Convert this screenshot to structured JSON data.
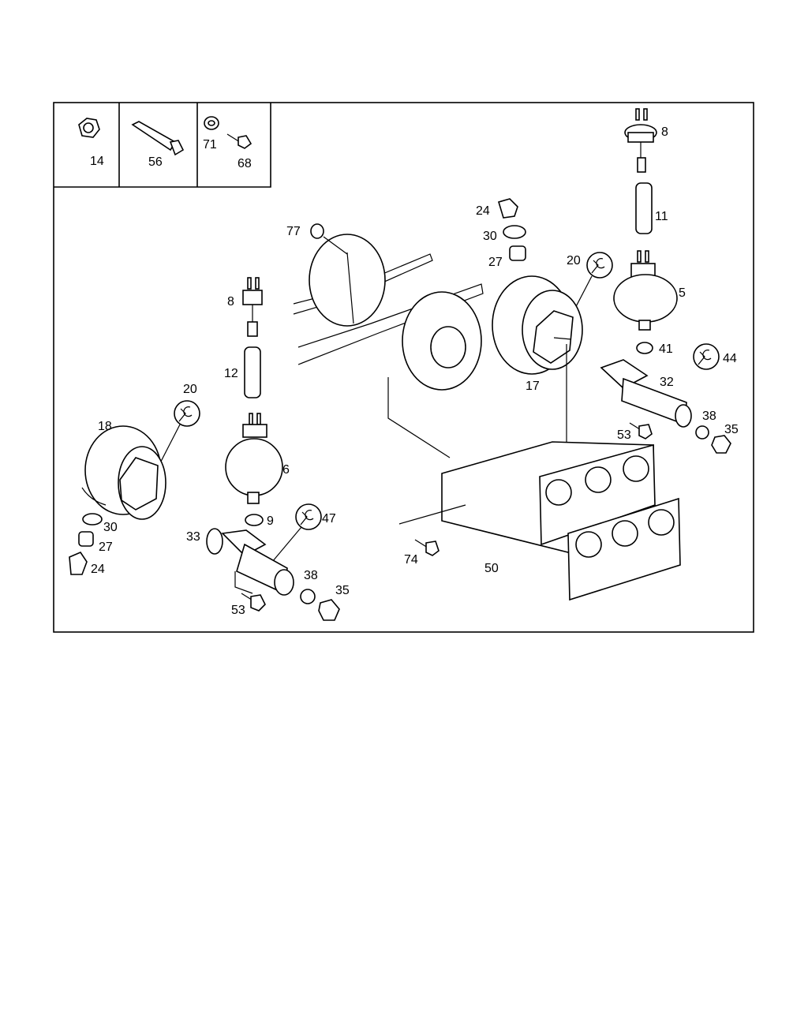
{
  "diagram": {
    "inset_callouts": [
      {
        "id": "p14",
        "text": "14"
      },
      {
        "id": "p56",
        "text": "56"
      },
      {
        "id": "p71",
        "text": "71"
      },
      {
        "id": "p68",
        "text": "68"
      }
    ],
    "callouts": [
      {
        "id": "c8a",
        "text": "8"
      },
      {
        "id": "c11",
        "text": "11"
      },
      {
        "id": "c5",
        "text": "5"
      },
      {
        "id": "c41",
        "text": "41"
      },
      {
        "id": "c44",
        "text": "44"
      },
      {
        "id": "c32",
        "text": "32"
      },
      {
        "id": "c38a",
        "text": "38"
      },
      {
        "id": "c35a",
        "text": "35"
      },
      {
        "id": "c53a",
        "text": "53"
      },
      {
        "id": "c24a",
        "text": "24"
      },
      {
        "id": "c30a",
        "text": "30"
      },
      {
        "id": "c27a",
        "text": "27"
      },
      {
        "id": "c20a",
        "text": "20"
      },
      {
        "id": "c17",
        "text": "17"
      },
      {
        "id": "c77",
        "text": "77"
      },
      {
        "id": "c8b",
        "text": "8"
      },
      {
        "id": "c12",
        "text": "12"
      },
      {
        "id": "c20b",
        "text": "20"
      },
      {
        "id": "c18",
        "text": "18"
      },
      {
        "id": "c6",
        "text": "6"
      },
      {
        "id": "c9",
        "text": "9"
      },
      {
        "id": "c47",
        "text": "47"
      },
      {
        "id": "c33",
        "text": "33"
      },
      {
        "id": "c38b",
        "text": "38"
      },
      {
        "id": "c35b",
        "text": "35"
      },
      {
        "id": "c53b",
        "text": "53"
      },
      {
        "id": "c30b",
        "text": "30"
      },
      {
        "id": "c27b",
        "text": "27"
      },
      {
        "id": "c24b",
        "text": "24"
      },
      {
        "id": "c74",
        "text": "74"
      },
      {
        "id": "c50",
        "text": "50"
      }
    ]
  }
}
